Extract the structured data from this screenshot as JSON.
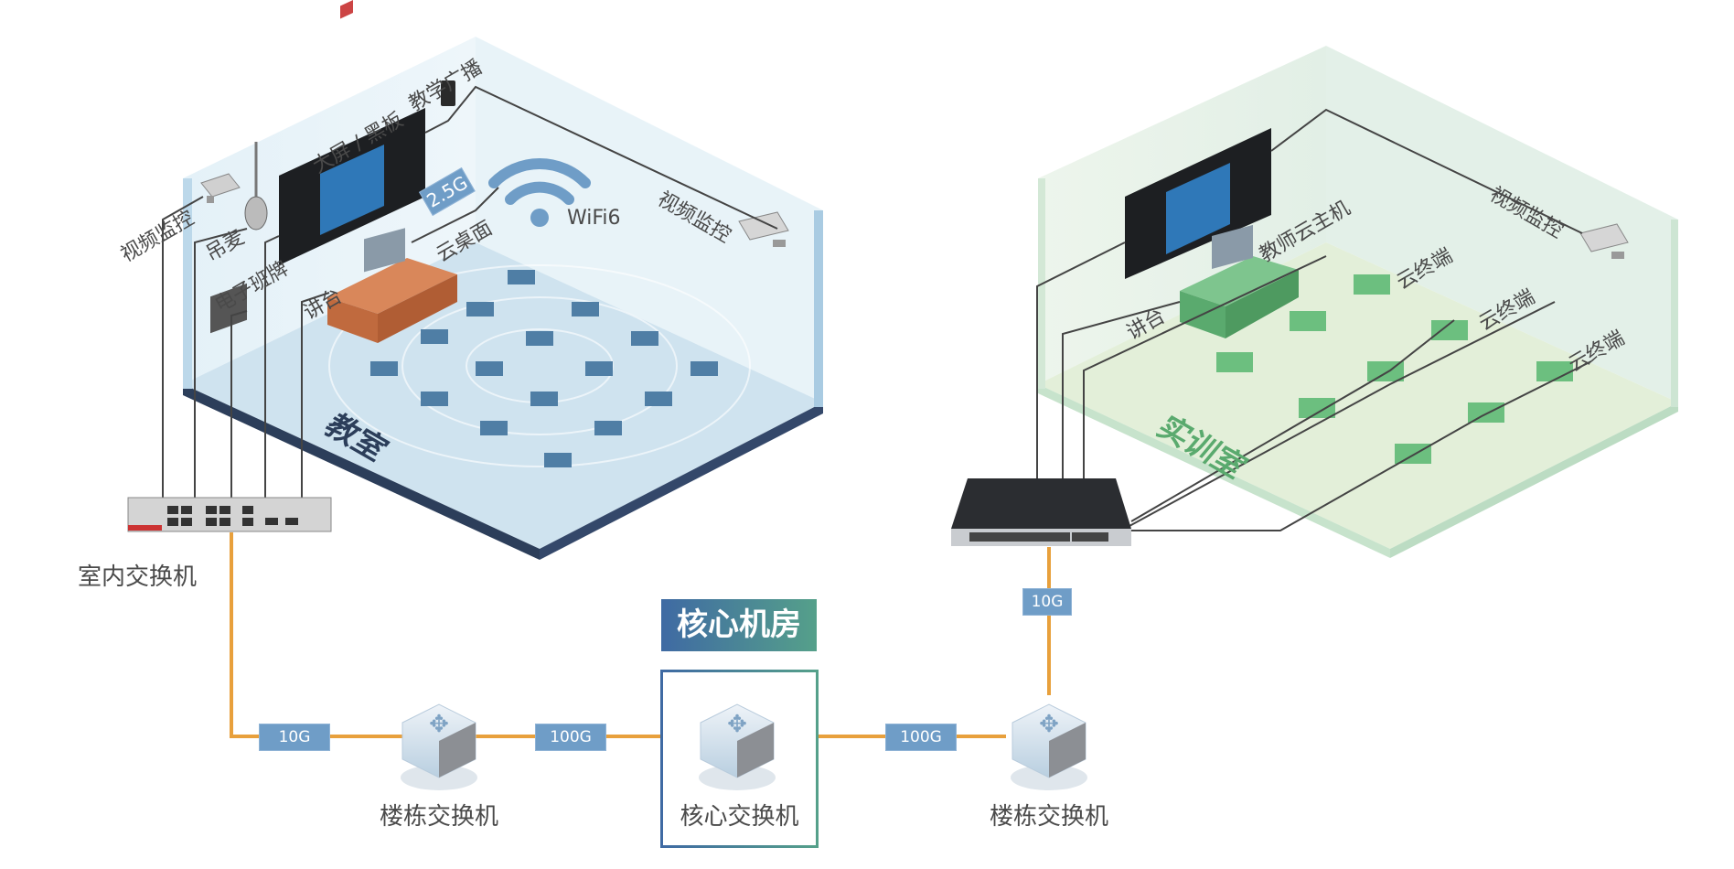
{
  "classroom": {
    "name": "教室",
    "labels": {
      "video_monitor_left": "视频监控",
      "mic": "吊麦",
      "big_screen": "大屏 / 黑板",
      "broadcast": "教学广播",
      "e_board": "电子班牌",
      "podium": "讲台",
      "cloud_desktop": "云桌面",
      "video_monitor_right": "视频监控",
      "wifi": "WiFi6"
    },
    "link_speed": "2.5G",
    "switch_name": "室内交换机"
  },
  "training_room": {
    "name": "实训室",
    "labels": {
      "podium": "讲台",
      "teacher_host": "教师云主机",
      "video_monitor": "视频监控",
      "cloud_terminals": [
        "云终端",
        "云终端",
        "云终端"
      ]
    }
  },
  "core_room": {
    "title": "核心机房",
    "core_switch": "核心交换机"
  },
  "building_switches": {
    "left": "楼栋交换机",
    "right": "楼栋交换机"
  },
  "links": {
    "indoor_to_building": "10G",
    "building_to_core_left": "100G",
    "core_to_building_right": "100G",
    "building_to_training": "10G"
  },
  "colors": {
    "trunk": "#e8a03c",
    "speed_badge": "#6f9dc7",
    "classroom_floor": "#cfe3ef",
    "classroom_edge": "#2c3e5a",
    "training_floor": "#e3efd9",
    "training_accent": "#5aaa6e",
    "header_from": "#3f6aa3",
    "header_to": "#55a08a"
  }
}
